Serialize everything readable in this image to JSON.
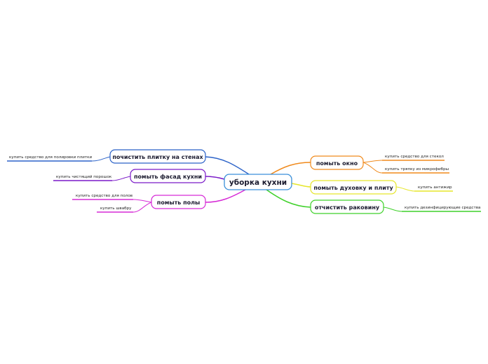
{
  "central": {
    "label": "уборка кухни",
    "color": "#3a8fd9"
  },
  "branches": [
    {
      "id": "tiles",
      "label": "почистить плитку на стенах",
      "color": "#2b62c8",
      "children": [
        {
          "label": "купить средство для полировки плитки"
        }
      ]
    },
    {
      "id": "facade",
      "label": "помыть фасад кухни",
      "color": "#7a19c8",
      "children": [
        {
          "label": "купить чистящий порошок"
        }
      ]
    },
    {
      "id": "floors",
      "label": "помыть полы",
      "color": "#d62ad6",
      "children": [
        {
          "label": "купить средство для полов"
        },
        {
          "label": "купить швабру"
        }
      ]
    },
    {
      "id": "window",
      "label": "помыть окно",
      "color": "#f08a1c",
      "children": [
        {
          "label": "купить средство для стекол"
        },
        {
          "label": "купить тряпку из микрофибры"
        }
      ]
    },
    {
      "id": "oven",
      "label": "помыть духовку и плиту",
      "color": "#e6e62a",
      "children": [
        {
          "label": "купить антижир"
        }
      ]
    },
    {
      "id": "sink",
      "label": "отчистить раковину",
      "color": "#3fd12a",
      "children": [
        {
          "label": "купить дезинфицирующие средства"
        }
      ]
    }
  ]
}
